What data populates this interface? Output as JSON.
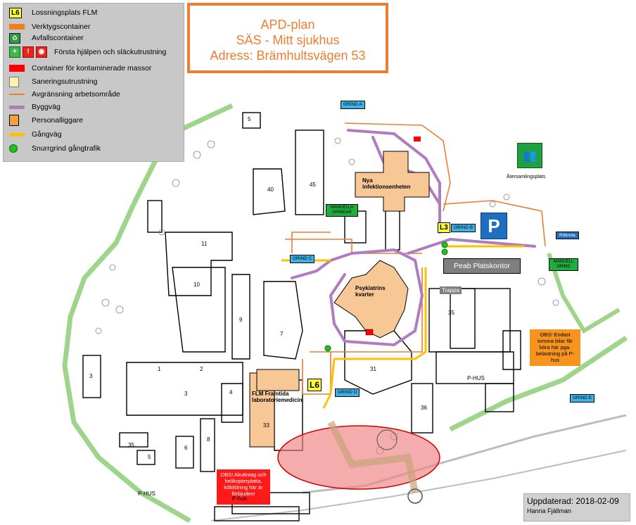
{
  "legend": {
    "l6_code": "L6",
    "items": [
      {
        "label": "Lossningsplats FLM",
        "icon": "l6-badge"
      },
      {
        "label": "Verktygscontainer",
        "icon": "orange-container"
      },
      {
        "label": "Avfallscontainer",
        "icon": "recycle-container"
      },
      {
        "label": "Första hjälpen och släckutrustning",
        "icon": "first-aid-and-extinguisher"
      },
      {
        "label": "Container för kontaminerade massor",
        "icon": "red-container"
      },
      {
        "label": "Saneringsutrustning",
        "icon": "sanitation-equipment"
      },
      {
        "label": "Avgränsning arbetsområde",
        "icon": "orange-line"
      },
      {
        "label": "Byggväg",
        "icon": "purple-line"
      },
      {
        "label": "Personalliggare",
        "icon": "personnel-log"
      },
      {
        "label": "Gångväg",
        "icon": "yellow-line"
      },
      {
        "label": "Snurrgrind gångtrafik",
        "icon": "green-dot"
      }
    ]
  },
  "title": {
    "line1": "APD-plan",
    "line2": "SÄS - Mitt sjukhus",
    "line3": "Adress: Brämhultsvägen 53"
  },
  "map": {
    "grind_a": "GRIND A",
    "grind_b": "GRIND B",
    "grind_c": "GRIND C",
    "grind_d": "GRIND D",
    "grind_e": "GRIND E",
    "manuella_grindar": "MANUELLA GRINDAR",
    "manuell_grind": "MANUELL GRIND",
    "l3": "L3",
    "l6": "L6",
    "parking": "P",
    "aterssamlingsplats": "Återsamlingsplats",
    "rokruta": "Rökruta",
    "peab": "Peab Platskontor",
    "trappa": "Trappa",
    "nya_infektion": "Nya infektionsenheten",
    "psykiatrins": "Psykiatrins kvarter",
    "flm": "FLM Framtida laboratoriemedicin",
    "obs_orange": "OBS! Endast tomma bilar får köra här pga. belastning på P-hus",
    "obs_red": "OBS! Akutintag och helikopterplatta, köbildning här är förbjuden!",
    "phus": "P-HUS",
    "phus2": "P-hus",
    "phus3": "P-HUS",
    "building_numbers": [
      "5",
      "45",
      "40",
      "11",
      "10",
      "9",
      "7",
      "3",
      "2",
      "1",
      "4",
      "6",
      "8",
      "3",
      "35",
      "5",
      "36",
      "35",
      "31",
      "33"
    ]
  },
  "footer": {
    "updated": "Uppdaterad: 2018-02-09",
    "author": "Hanna Fjällman"
  },
  "colors": {
    "orange": "#ef7d31",
    "purple": "#b07cc0",
    "yellow": "#ffc000",
    "green_road": "#9fd58a",
    "red_zone": "#f08080",
    "building_fill": "#f7c896"
  }
}
